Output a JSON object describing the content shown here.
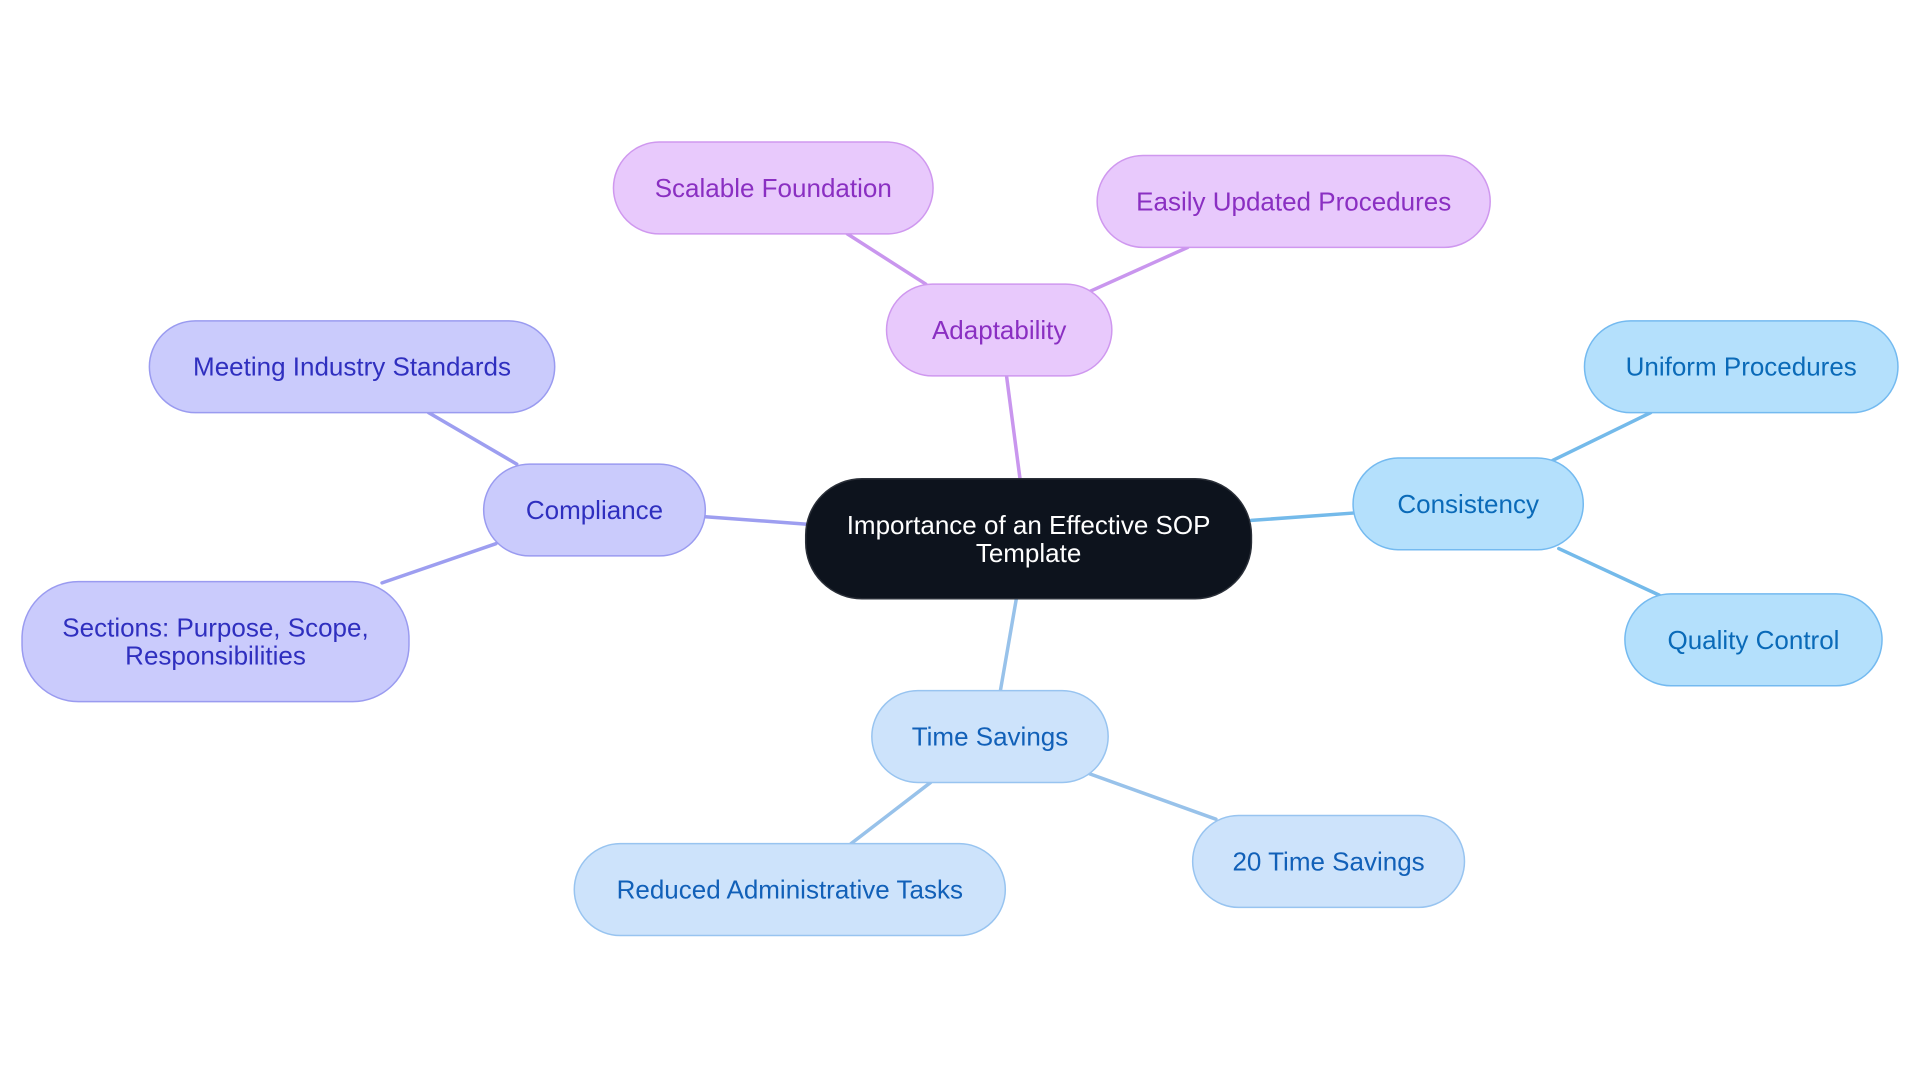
{
  "palette": {
    "root_fill": "#0d131d",
    "root_text": "#ffffff",
    "compliance_fill": "#cacbfc",
    "compliance_stroke": "#9a9bf0",
    "compliance_text": "#2f2fbf",
    "compliance_edge": "#9d9ef0",
    "adaptability_fill": "#e8c9fc",
    "adaptability_stroke": "#cf98ef",
    "adaptability_text": "#8a2fc2",
    "adaptability_edge": "#c996ee",
    "consistency_fill": "#b4e0fc",
    "consistency_stroke": "#74baf0",
    "consistency_text": "#0a6ab8",
    "consistency_edge": "#74baea",
    "timesavings_fill": "#cde3fb",
    "timesavings_stroke": "#98c4f0",
    "timesavings_text": "#1160b8",
    "timesavings_edge": "#98c2ea"
  },
  "root": {
    "lines": [
      "Importance of an Effective SOP",
      "Template"
    ]
  },
  "branches": [
    {
      "key": "compliance",
      "label": "Compliance",
      "children": [
        {
          "lines": [
            "Meeting Industry Standards"
          ]
        },
        {
          "lines": [
            "Sections: Purpose, Scope,",
            "Responsibilities"
          ]
        }
      ]
    },
    {
      "key": "adaptability",
      "label": "Adaptability",
      "children": [
        {
          "lines": [
            "Scalable Foundation"
          ]
        },
        {
          "lines": [
            "Easily Updated Procedures"
          ]
        }
      ]
    },
    {
      "key": "consistency",
      "label": "Consistency",
      "children": [
        {
          "lines": [
            "Uniform Procedures"
          ]
        },
        {
          "lines": [
            "Quality Control"
          ]
        }
      ]
    },
    {
      "key": "timesavings",
      "label": "Time Savings",
      "children": [
        {
          "lines": [
            "Reduced Administrative Tasks"
          ]
        },
        {
          "lines": [
            "20 Time Savings"
          ]
        }
      ]
    }
  ]
}
